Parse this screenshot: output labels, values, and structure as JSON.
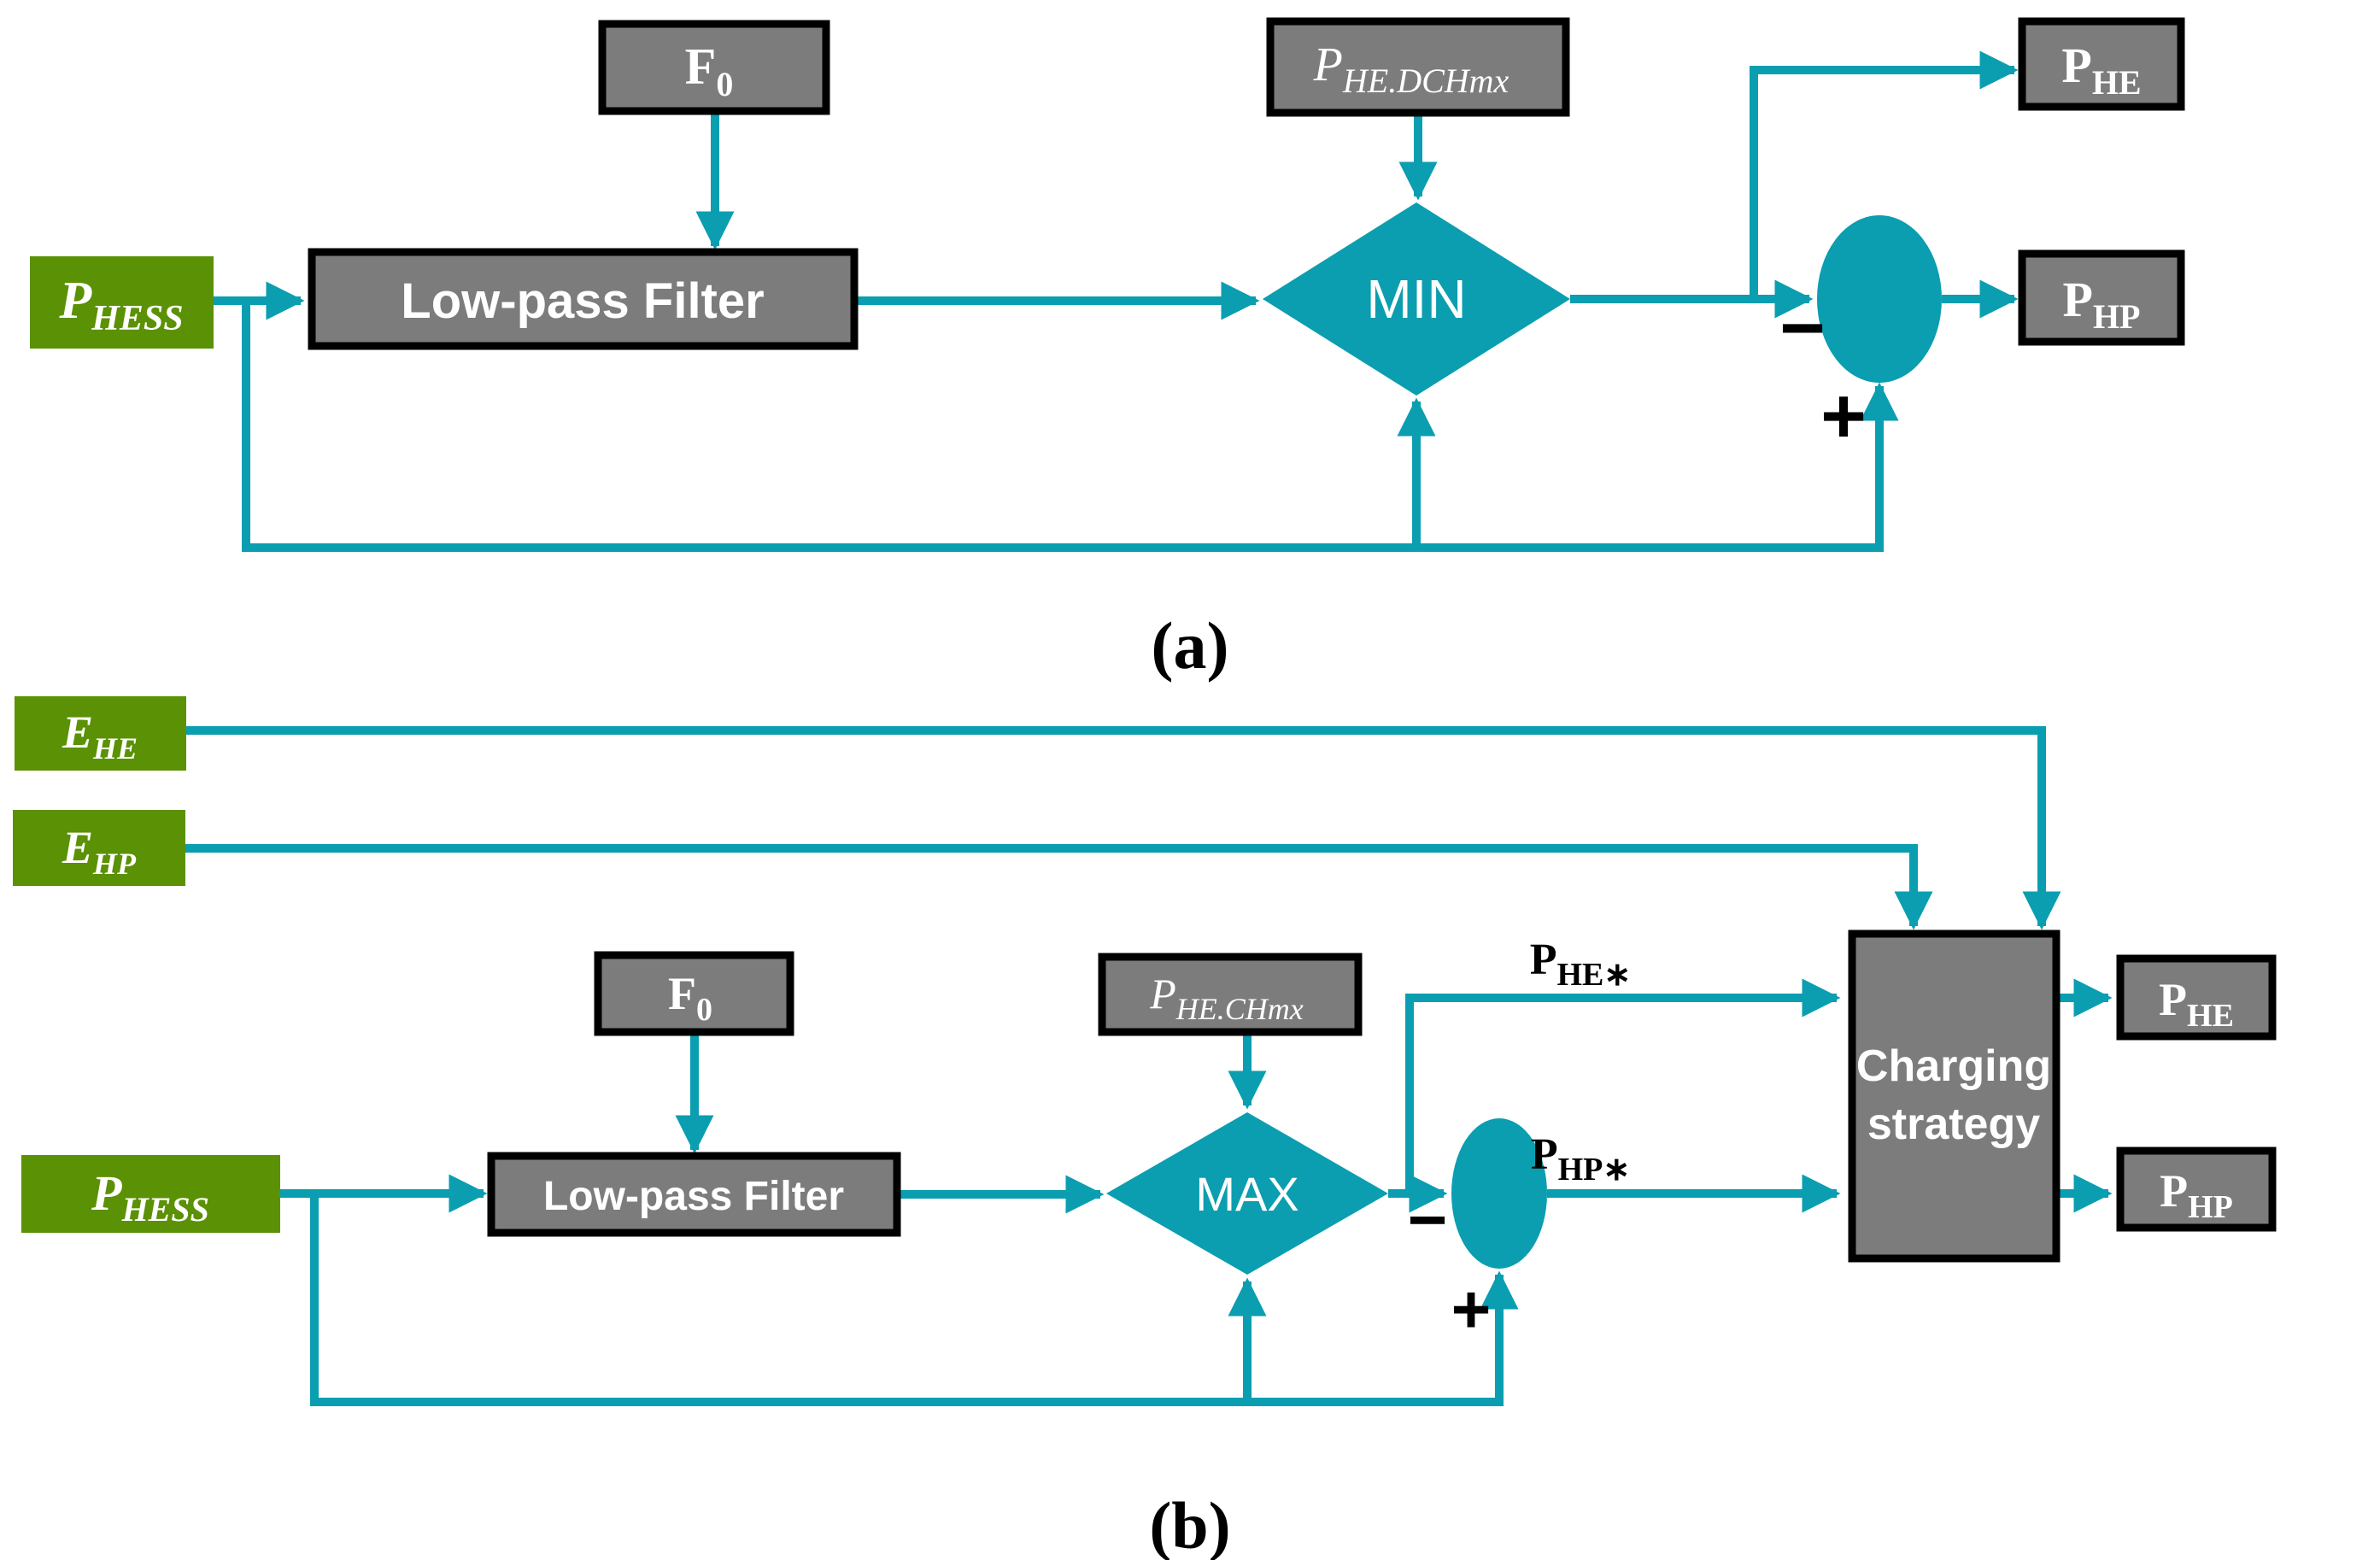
{
  "figure": {
    "caption_a": "(a)",
    "caption_b": "(b)",
    "colors": {
      "teal": "#0A9EB0",
      "green": "#5B9104",
      "gray": "#7C7C7C",
      "ink": "#000000",
      "label_text": "#FFFFFF"
    },
    "diagram_a": {
      "inputs": {
        "phess": {
          "main": "P",
          "sub": "HESS"
        },
        "f0": {
          "main": "F",
          "sub": "0"
        },
        "phe_dchmx": {
          "main": "P",
          "sub": "HE.DCHmx"
        }
      },
      "blocks": {
        "lowpass": "Low-pass Filter",
        "min": "MIN"
      },
      "signs": {
        "minus": "−",
        "plus": "+"
      },
      "outputs": {
        "phe": {
          "main": "P",
          "sub": "HE"
        },
        "php": {
          "main": "P",
          "sub": "HP"
        }
      }
    },
    "diagram_b": {
      "inputs": {
        "ehe": {
          "main": "E",
          "sub": "HE"
        },
        "ehp": {
          "main": "E",
          "sub": "HP"
        },
        "phess": {
          "main": "P",
          "sub": "HESS"
        },
        "f0": {
          "main": "F",
          "sub": "0"
        },
        "phe_chmx": {
          "main": "P",
          "sub": "HE.CHmx"
        }
      },
      "blocks": {
        "lowpass": "Low-pass Filter",
        "max": "MAX",
        "charging_line1": "Charging",
        "charging_line2": "strategy"
      },
      "wire_labels": {
        "phe_star": {
          "main": "P",
          "sub": "HE∗"
        },
        "php_star": {
          "main": "P",
          "sub": "HP∗"
        }
      },
      "signs": {
        "minus": "−",
        "plus": "+"
      },
      "outputs": {
        "phe": {
          "main": "P",
          "sub": "HE"
        },
        "php": {
          "main": "P",
          "sub": "HP"
        }
      }
    }
  }
}
